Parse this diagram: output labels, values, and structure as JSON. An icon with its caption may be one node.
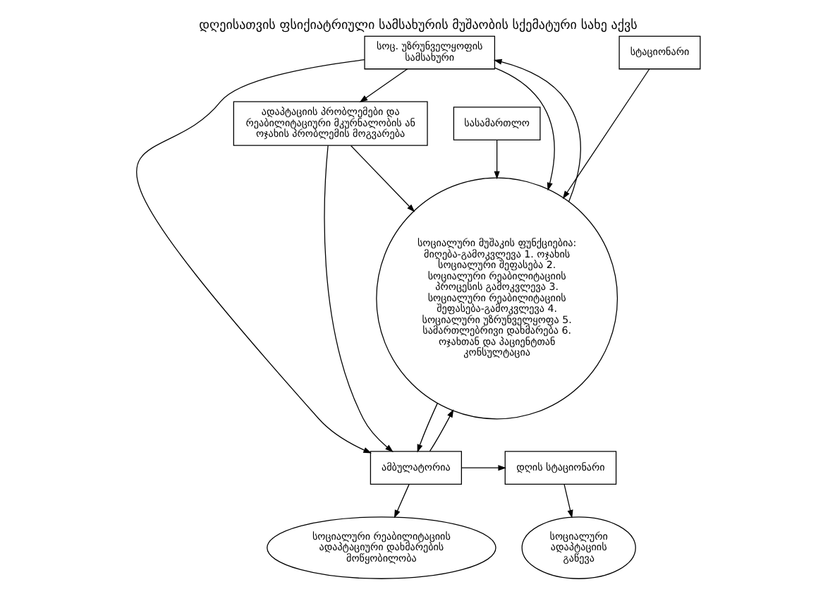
{
  "diagram": {
    "title": "დღეისათვის ფსიქიატრიული სამსახურის მუშაობის სქემატური სახე აქვს",
    "nodes": [
      {
        "text": [
          "სტაციონარი"
        ]
      },
      {
        "text": [
          "სოც. უზრუნველყოფის სამსახური"
        ]
      },
      {
        "text": [
          "ამბულატორია"
        ]
      },
      {
        "text": [
          "სოციალური მუშაკის ფუნქციებია: მიღება-გამოკვლევა 1. ოჯახის სოციალური შეფასება 2. სოციალური რეაბილიტაციის პროცესის გამოკვლევა 3. სოციალური რეაბილიტაციის შეფასება-გამოკვლევა 4. სოციალური უზრუნველყოფა 5. სამართლებრივი დახმარება 6. ოჯახთან და პაციენტთან კონსულტაცია"
        ]
      },
      {
        "text": [
          "დღის სტაციონარი"
        ]
      },
      {
        "text": [
          "სოციალური რეაბილიტაციის ადაპტაციური დახმარების მოწყობილობა"
        ]
      },
      {
        "text": [
          "სოციალური ადაპტაციის გაწევა"
        ]
      },
      {
        "text": [
          "სასამართლო"
        ]
      },
      {
        "text": [
          "ადაპტაციის პრობლემები და რეაბილიტაციური მკურნალობის ან ოჯახის პრობლემის მოგვარება"
        ]
      }
    ],
    "edges": [
      {
        "from": 0,
        "to": 3,
        "arrow": "to"
      },
      {
        "from": 3,
        "to": 1,
        "arrow": "to"
      },
      {
        "from": 1,
        "to": 3,
        "arrow": "to"
      },
      {
        "from": 1,
        "to": 2,
        "arrow": "to"
      },
      {
        "from": 3,
        "to": 2,
        "arrow": "to"
      },
      {
        "from": 2,
        "to": 3,
        "arrow": "to"
      },
      {
        "from": 2,
        "to": 4,
        "arrow": "to"
      },
      {
        "from": 2,
        "to": 5,
        "arrow": "to"
      },
      {
        "from": 4,
        "to": 6,
        "arrow": "to"
      },
      {
        "from": 8,
        "to": 2,
        "arrow": "to"
      },
      {
        "from": 8,
        "to": 3,
        "arrow": "to"
      },
      {
        "from": 1,
        "to": 8,
        "arrow": "to"
      },
      {
        "from": 7,
        "to": 3,
        "arrow": "to"
      }
    ]
  }
}
